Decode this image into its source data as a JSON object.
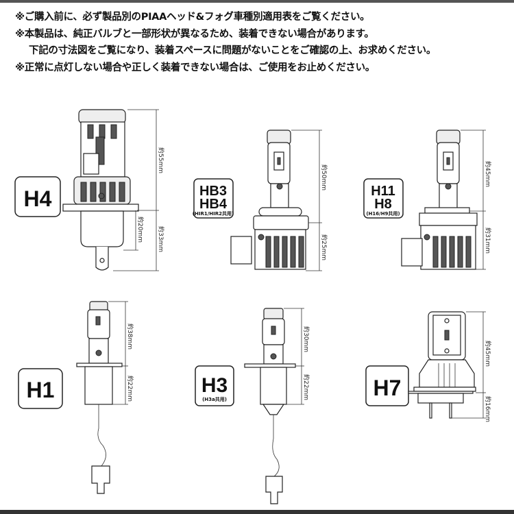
{
  "notes": [
    "※ご購入前に、必ず製品別のPIAAヘッド&フォグ車種別適用表をご覧ください。",
    "※本製品は、純正バルブと一部形状が異なるため、装着できない場合があります。",
    "下記の寸法図をご覧になり、装着スペースに問題がないことをご確認の上、お求めください。",
    "※正常に点灯しない場合や正しく装着できない場合は、ご使用をお止めください。"
  ],
  "bulbs": {
    "h4": {
      "label": "H4",
      "dims": [
        "約55mm",
        "約20mm",
        "約33mm"
      ]
    },
    "hb": {
      "label1": "HB3",
      "label2": "HB4",
      "sub": "(HIR1/HIR2共用)",
      "dims": [
        "約50mm",
        "約25mm"
      ]
    },
    "h11": {
      "label1": "H11",
      "label2": "H8",
      "sub": "(H16/H9共用)",
      "dims": [
        "約45mm",
        "約31mm"
      ]
    },
    "h1": {
      "label": "H1",
      "dims": [
        "約38mm",
        "約22mm"
      ]
    },
    "h3": {
      "label": "H3",
      "sub": "(H3a共用)",
      "dims": [
        "約30mm",
        "約22mm"
      ]
    },
    "h7": {
      "label": "H7",
      "dims": [
        "約45mm",
        "約16mm"
      ]
    }
  }
}
